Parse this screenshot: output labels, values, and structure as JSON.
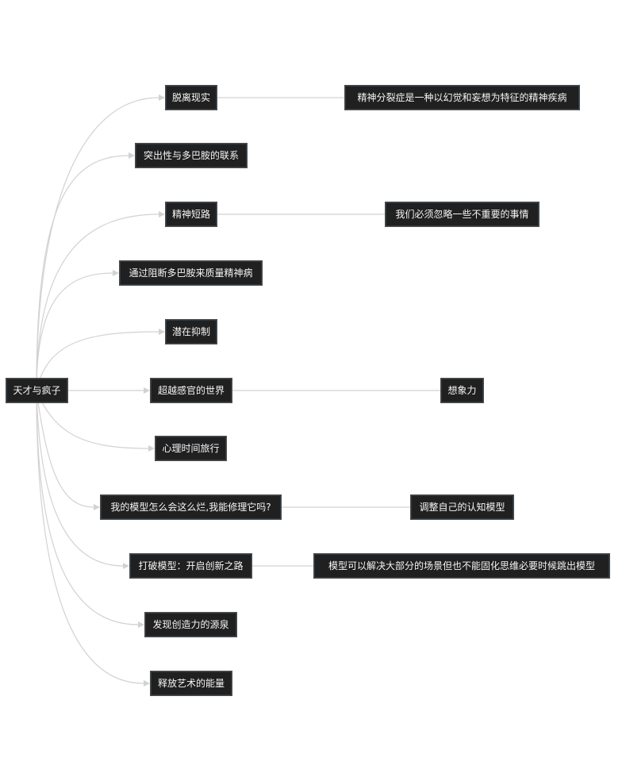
{
  "mindmap": {
    "root": "天才与疯子",
    "branches": [
      {
        "label": "脱离现实",
        "child": "精神分裂症是一种以幻觉和妄想为特征的精神疾病"
      },
      {
        "label": "突出性与多巴胺的联系"
      },
      {
        "label": "精神短路",
        "child": "我们必须忽略一些不重要的事情"
      },
      {
        "label": "通过阻断多巴胺来质量精神病"
      },
      {
        "label": "潜在抑制"
      },
      {
        "label": "超越感官的世界",
        "child": "想象力"
      },
      {
        "label": "心理时间旅行"
      },
      {
        "label": "我的模型怎么会这么烂,我能修理它吗?",
        "child": "调整自己的认知模型"
      },
      {
        "label": "打破模型：开启创新之路",
        "child": "模型可以解决大部分的场景但也不能固化思维必要时候跳出模型"
      },
      {
        "label": "发现创造力的源泉"
      },
      {
        "label": "释放艺术的能量"
      }
    ]
  },
  "colors": {
    "node_bg": "#202020",
    "node_text": "#f5f5f5",
    "edge": "#d2d2d2"
  }
}
